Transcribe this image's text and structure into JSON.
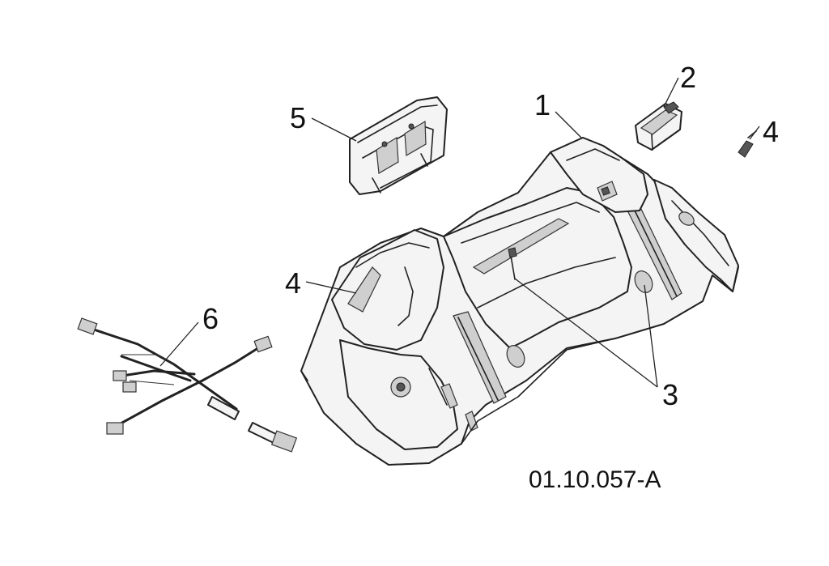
{
  "callouts": {
    "c1": "1",
    "c2": "2",
    "c3": "3",
    "c4a": "4",
    "c4b": "4",
    "c5": "5",
    "c6": "6"
  },
  "reference_code": "01.10.057-A",
  "colors": {
    "line": "#222222",
    "shade": "#cfcfcf",
    "fill": "#f4f4f4"
  }
}
